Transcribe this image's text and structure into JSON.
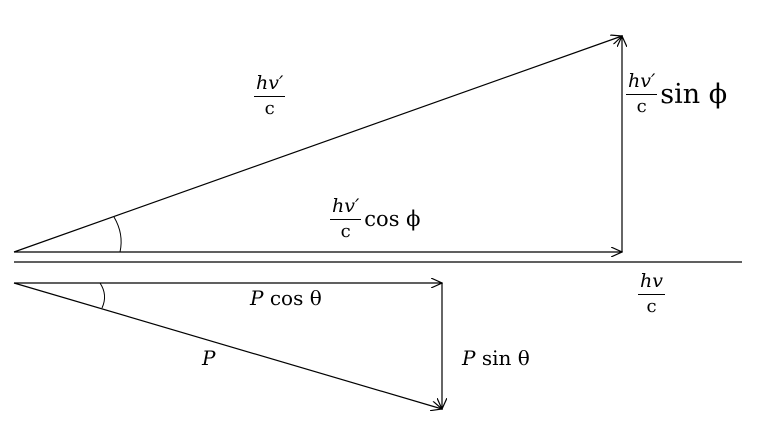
{
  "diagram": {
    "colors": {
      "stroke": "#000000",
      "background": "#ffffff"
    },
    "labels": {
      "scattered_photon": {
        "num": "hv′",
        "den": "c"
      },
      "scattered_sin": {
        "num": "hv′",
        "den": "c",
        "fn": "sin ϕ"
      },
      "scattered_cos": {
        "num": "hv′",
        "den": "c",
        "fn": "cos ϕ"
      },
      "incident_photon": {
        "num": "hv",
        "den": "c"
      },
      "electron_cos": {
        "sym": "P",
        "fn": "cos θ"
      },
      "electron_momentum": {
        "sym": "P"
      },
      "electron_sin": {
        "sym": "P",
        "fn": "sin θ"
      }
    }
  }
}
